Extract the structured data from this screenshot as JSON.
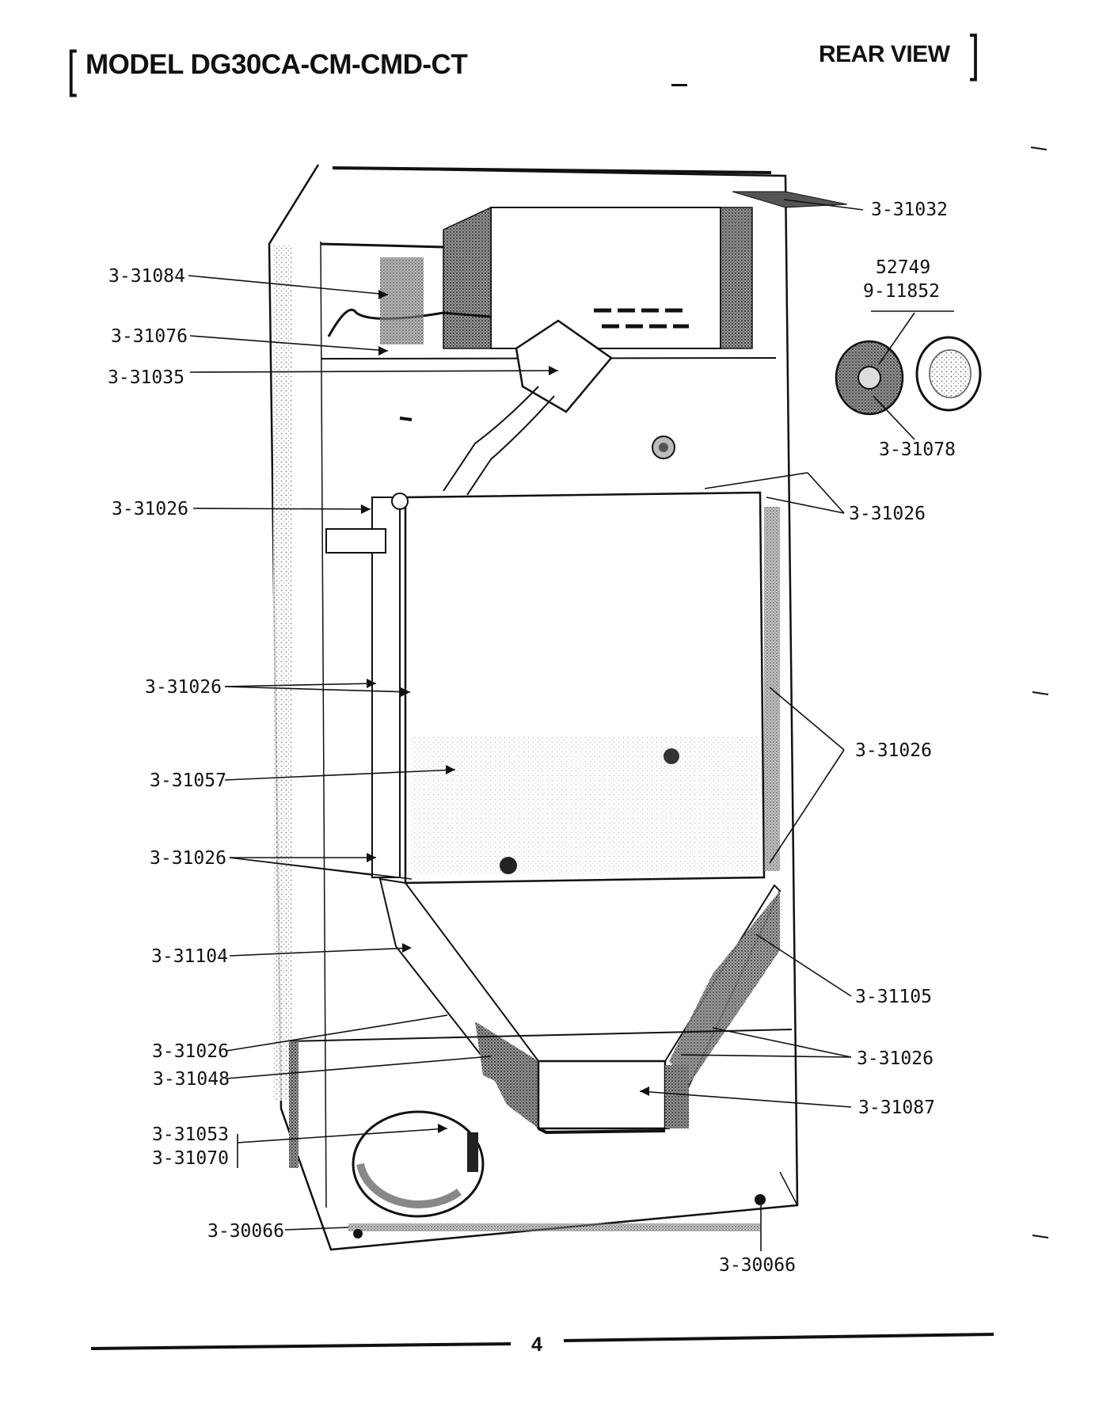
{
  "header": {
    "model": "MODEL DG30CA-CM-CMD-CT",
    "view": "REAR VIEW"
  },
  "callouts": {
    "c_31032": "3-31032",
    "c_52749": "52749",
    "c_9_11852": "9-11852",
    "c_31084": "3-31084",
    "c_31076": "3-31076",
    "c_31035": "3-31035",
    "c_31078": "3-31078",
    "c_31026_a": "3-31026",
    "c_31026_b": "3-31026",
    "c_31026_c": "3-31026",
    "c_31026_d": "3-31026",
    "c_31057": "3-31057",
    "c_31026_e": "3-31026",
    "c_31104": "3-31104",
    "c_31105": "3-31105",
    "c_31026_f": "3-31026",
    "c_31026_g": "3-31026",
    "c_31048": "3-31048",
    "c_31087": "3-31087",
    "c_31053": "3-31053",
    "c_31070": "3-31070",
    "c_30066_a": "3-30066",
    "c_30066_b": "3-30066"
  },
  "footer": {
    "page_number": "4"
  }
}
